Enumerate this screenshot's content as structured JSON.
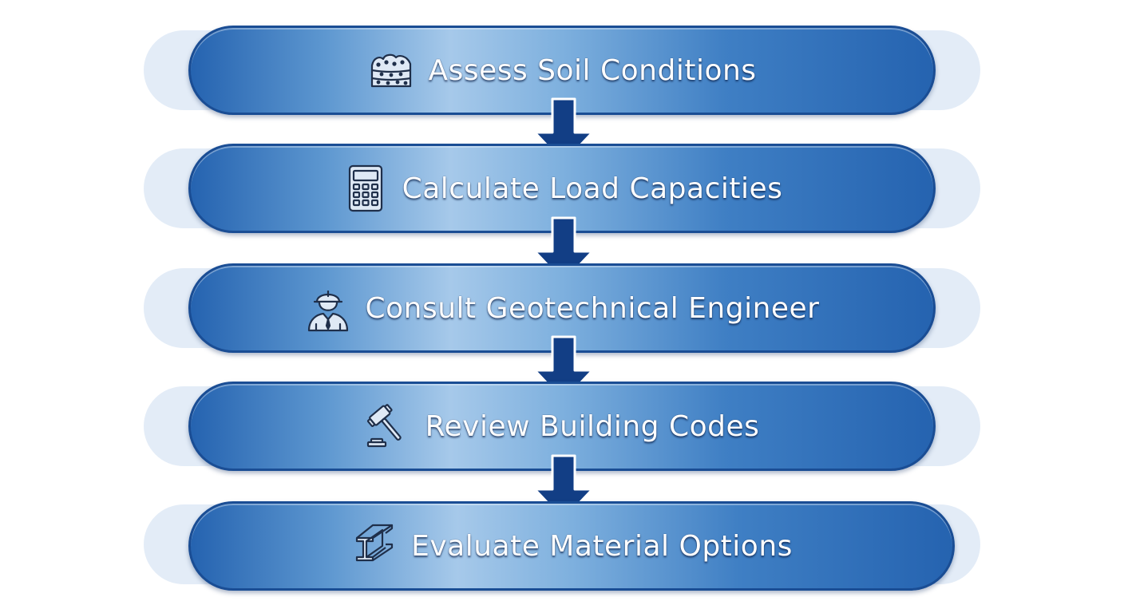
{
  "steps": [
    {
      "label": "Assess Soil Conditions",
      "icon": "soil-icon"
    },
    {
      "label": "Calculate Load Capacities",
      "icon": "calculator-icon"
    },
    {
      "label": "Consult Geotechnical Engineer",
      "icon": "engineer-icon"
    },
    {
      "label": "Review Building Codes",
      "icon": "gavel-icon"
    },
    {
      "label": "Evaluate Material Options",
      "icon": "steel-beam-icon"
    }
  ],
  "colors": {
    "pill_dark": "#2563b0",
    "pill_light": "#a6c9ea",
    "pill_border": "#1a4d94",
    "arrow_fill": "#123e85",
    "halo": "#e3ecf7",
    "icon_stroke": "#1f2f4a"
  }
}
